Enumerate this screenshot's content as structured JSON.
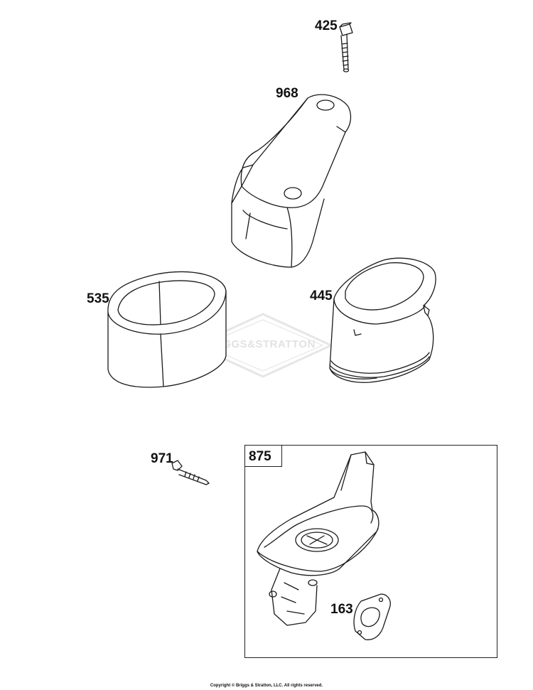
{
  "parts": {
    "p425": "425",
    "p968": "968",
    "p535": "535",
    "p445": "445",
    "p971": "971",
    "p875": "875",
    "p163": "163"
  },
  "watermark": {
    "brand": "BRIGGS&STRATTON"
  },
  "footer": {
    "copyright": "Copyright © Briggs & Stratton, LLC. All rights reserved."
  }
}
